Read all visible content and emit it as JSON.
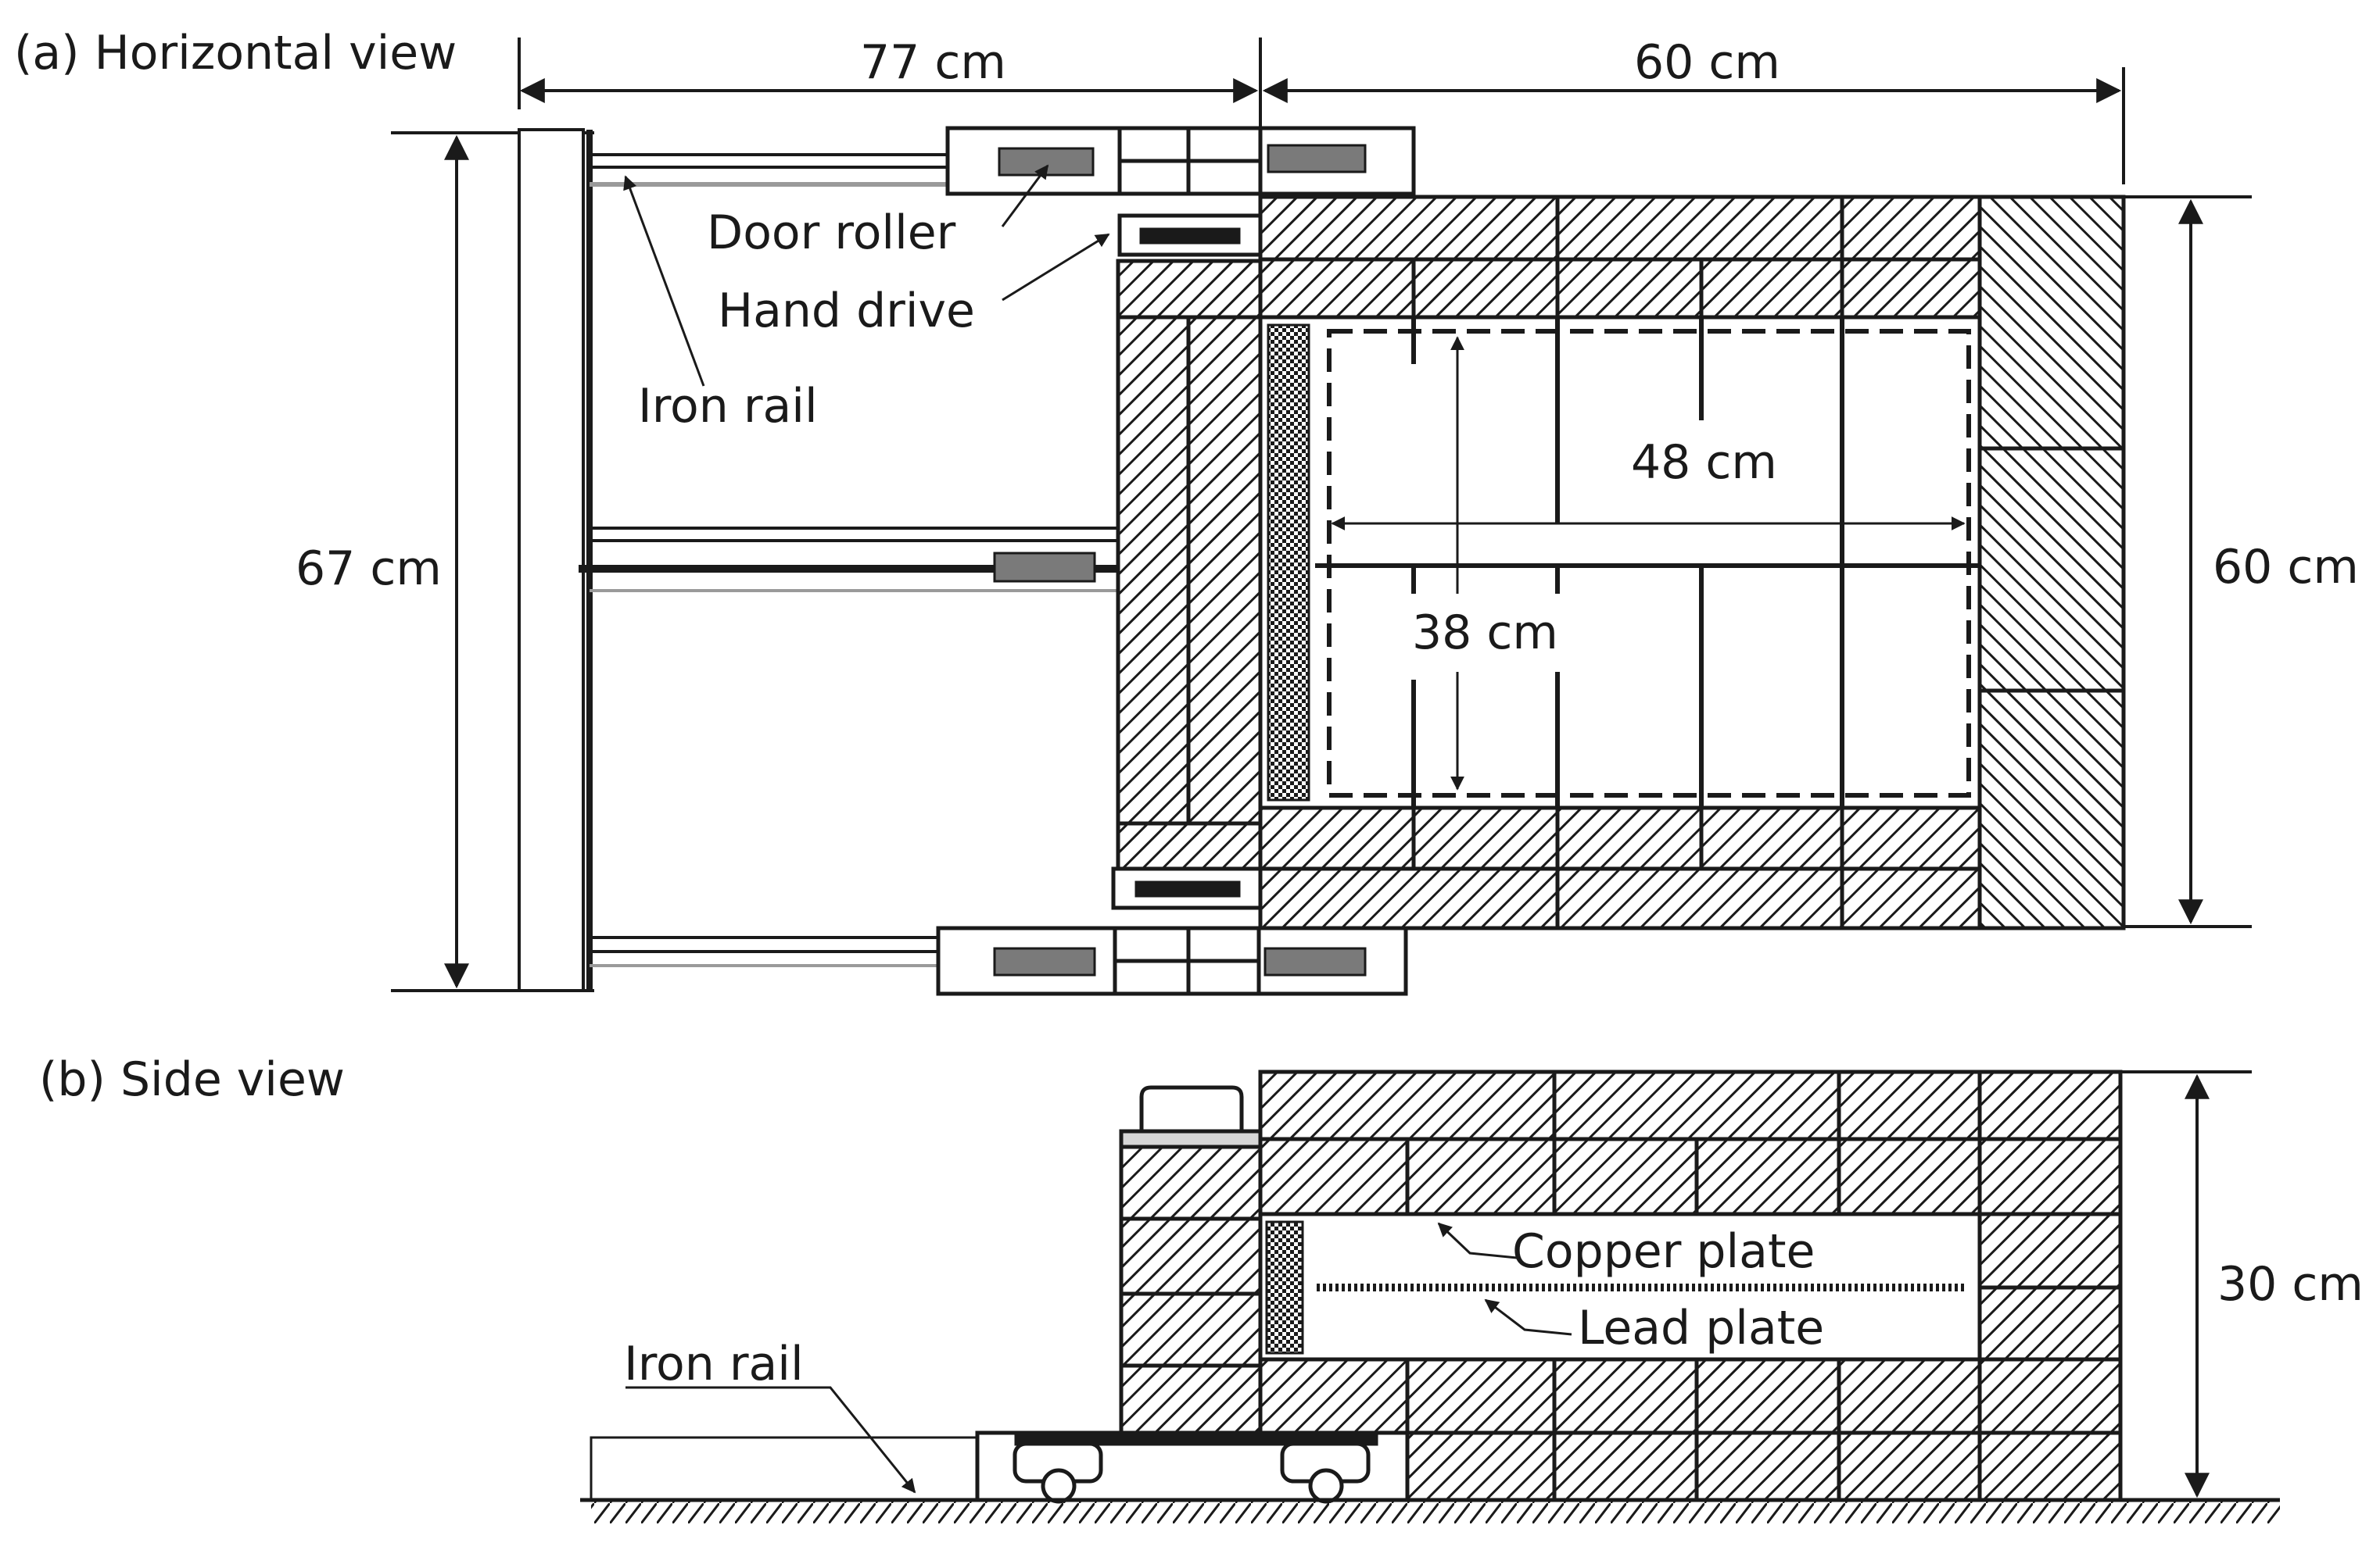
{
  "panel_a_title": "(a) Horizontal view",
  "panel_b_title": "(b) Side view",
  "dimensions": {
    "top_left_width": "77 cm",
    "top_right_width": "60 cm",
    "left_height": "67 cm",
    "right_height": "60 cm",
    "inner_width": "48 cm",
    "inner_height": "38 cm",
    "side_height": "30 cm"
  },
  "labels": {
    "door_roller": "Door roller",
    "hand_drive": "Hand drive",
    "iron_rail_top": "Iron rail",
    "copper_plate": "Copper plate",
    "lead_plate": "Lead plate",
    "iron_rail_side": "Iron rail"
  },
  "colors": {
    "line": "#1a1a1a",
    "roller_fill": "#7a7a7a",
    "rail_fill": "#d6d6d6"
  }
}
